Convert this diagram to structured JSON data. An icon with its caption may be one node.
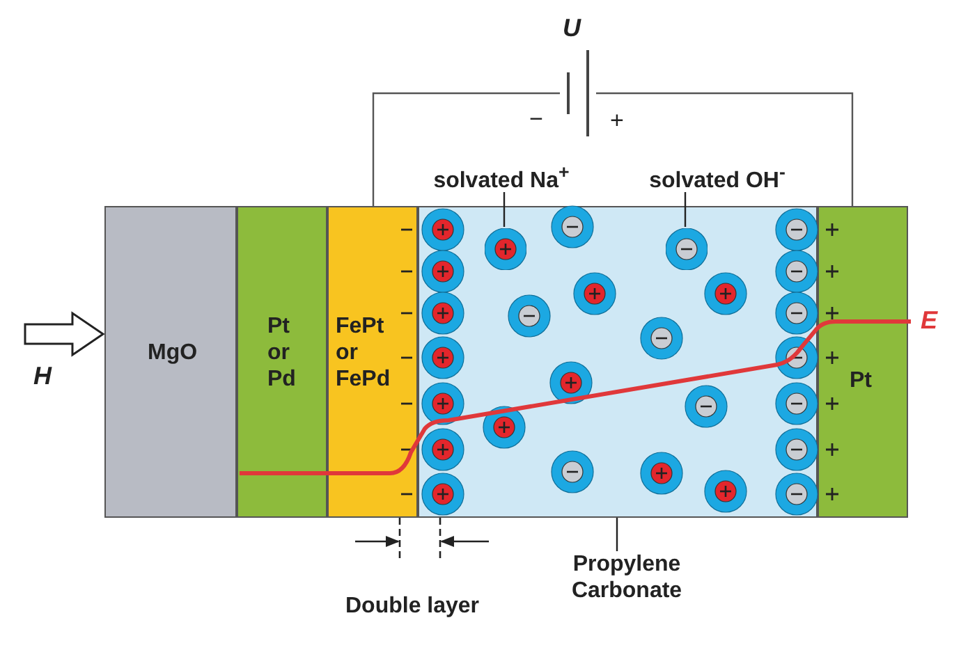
{
  "diagram": {
    "nodes": [
      {
        "text": [
          "MgO"
        ]
      },
      {
        "text": [
          "Pt or Pd"
        ]
      },
      {
        "text": [
          "FePt or FePd"
        ]
      },
      {
        "text": [],
        "shape": "box"
      },
      {
        "text": [
          "Pt"
        ]
      },
      {
        "text": [],
        "shape": "battery"
      },
      {
        "text": [
          "solvated Na$^{+}$"
        ]
      },
      {
        "text": [
          "solvated OH$^{-}$"
        ]
      },
      {
        "text": [
          "Propylene Carbonate"
        ]
      },
      {
        "text": [],
        "shape": "circle",
        "in": 3
      },
      {
        "text": [],
        "shape": "circle",
        "in": 3
      }
    ],
    "edges": [
      {
        "from": null,
        "to": 0,
        "arrow": "to",
        "label": "H"
      },
      {
        "from": 5,
        "to": 2,
        "arrow": "none"
      },
      {
        "from": 5,
        "to": 4,
        "arrow": "none"
      },
      {
        "from": 6,
        "to": 9,
        "arrow": "none"
      },
      {
        "from": 7,
        "to": 10,
        "arrow": "none"
      },
      {
        "from": 8,
        "to": 3,
        "arrow": "none"
      }
    ],
    "labels": [
      "U",
      "−",
      "+",
      "E",
      "Double layer"
    ]
  }
}
